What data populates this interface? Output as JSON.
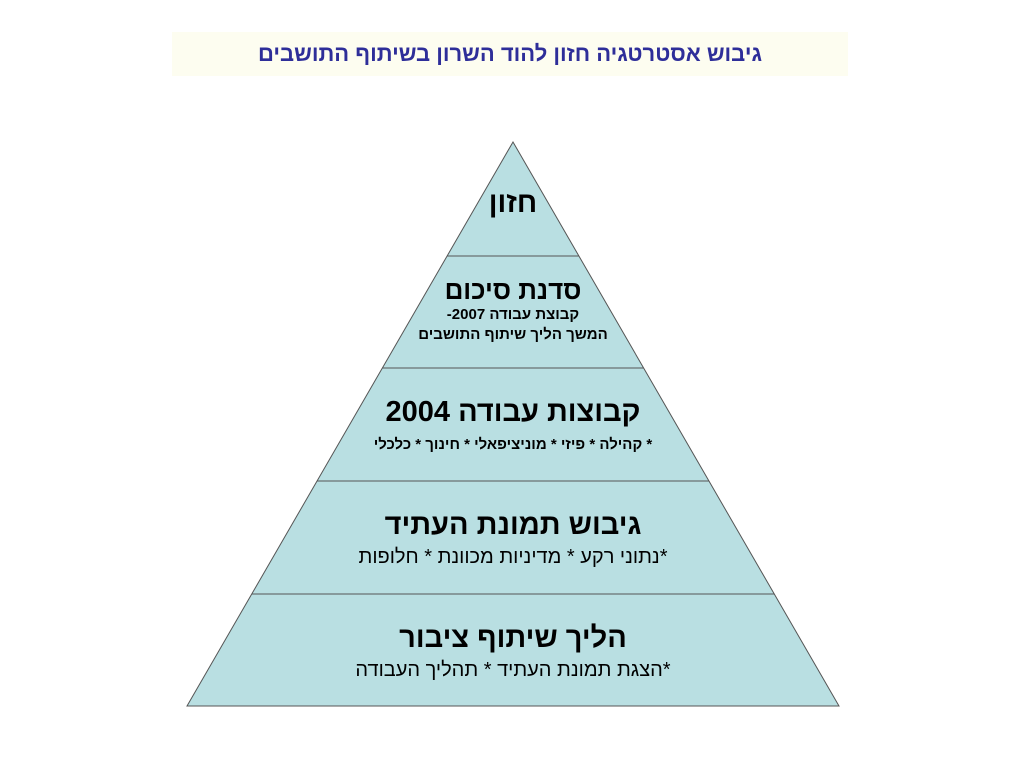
{
  "slide": {
    "title": "גיבוש אסטרטגיה חזון להוד השרון בשיתוף התושבים"
  },
  "pyramid": {
    "tiers": [
      {
        "heading": "חזון",
        "lines": []
      },
      {
        "heading": "סדנת סיכום",
        "lines": [
          "קבוצת עבודה 2007-",
          "המשך הליך שיתוף התושבים"
        ]
      },
      {
        "heading": "קבוצות עבודה 2004",
        "lines": [
          "* קהילה * פיזי * מוניציפאלי * חינוך * כלכלי"
        ]
      },
      {
        "heading": "גיבוש תמונת העתיד",
        "lines": [
          "*נתוני רקע * מדיניות מכוונת * חלופות"
        ]
      },
      {
        "heading": "הליך שיתוף ציבור",
        "lines": [
          "*הצגת תמונת העתיד  * תהליך העבודה"
        ]
      }
    ]
  },
  "colors": {
    "fill": "#b9dfe2",
    "stroke": "#555555",
    "title": "#2e2e99"
  }
}
